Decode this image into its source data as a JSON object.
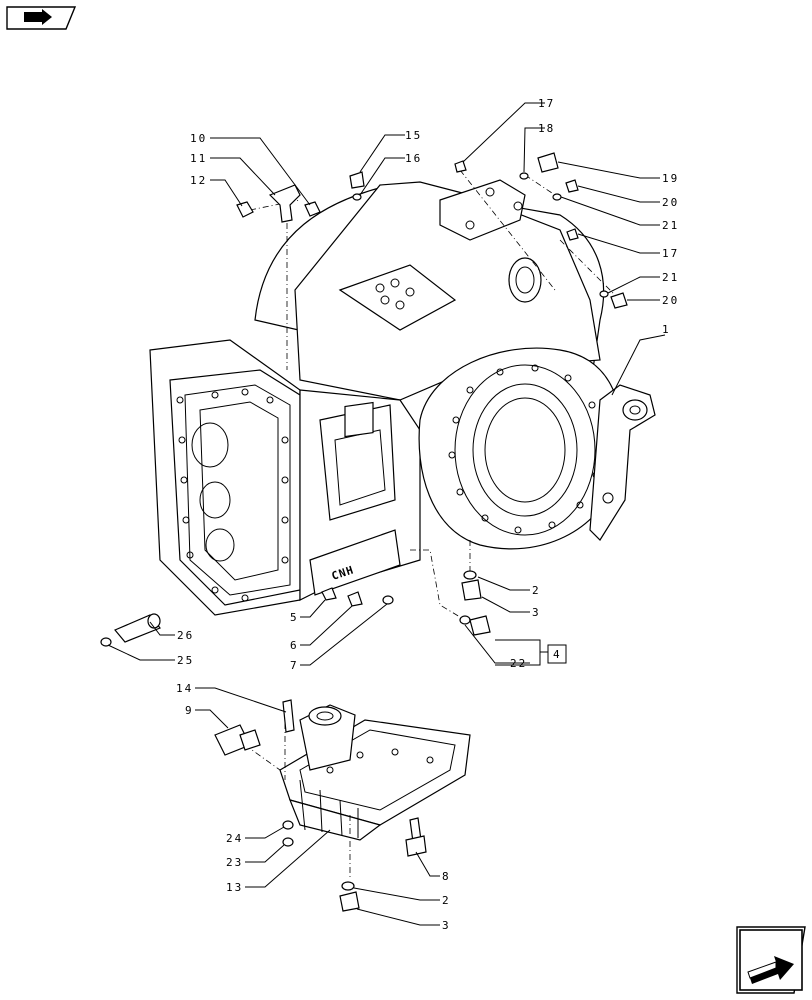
{
  "diagram": {
    "callouts": [
      "1",
      "2",
      "3",
      "5",
      "6",
      "7",
      "8",
      "9",
      "10",
      "11",
      "12",
      "13",
      "14",
      "15",
      "16",
      "17",
      "18",
      "19",
      "20",
      "21",
      "22",
      "23",
      "24",
      "25",
      "26"
    ],
    "reference_box": "4",
    "labels": {
      "c1": "1",
      "c2a": "2",
      "c2b": "2",
      "c3a": "3",
      "c3b": "3",
      "c5": "5",
      "c6": "6",
      "c7": "7",
      "c8": "8",
      "c9": "9",
      "c10": "10",
      "c11": "11",
      "c12": "12",
      "c13": "13",
      "c14": "14",
      "c15": "15",
      "c16": "16",
      "c17a": "17",
      "c17b": "17",
      "c18": "18",
      "c19": "19",
      "c20a": "20",
      "c20b": "20",
      "c21a": "21",
      "c21b": "21",
      "c22": "22",
      "c23": "23",
      "c24": "24",
      "c25": "25",
      "c26": "26",
      "box4": "4"
    }
  },
  "nav": {
    "top_icon": "folder-arrow-icon",
    "bottom_icon": "next-page-arrow-icon"
  }
}
